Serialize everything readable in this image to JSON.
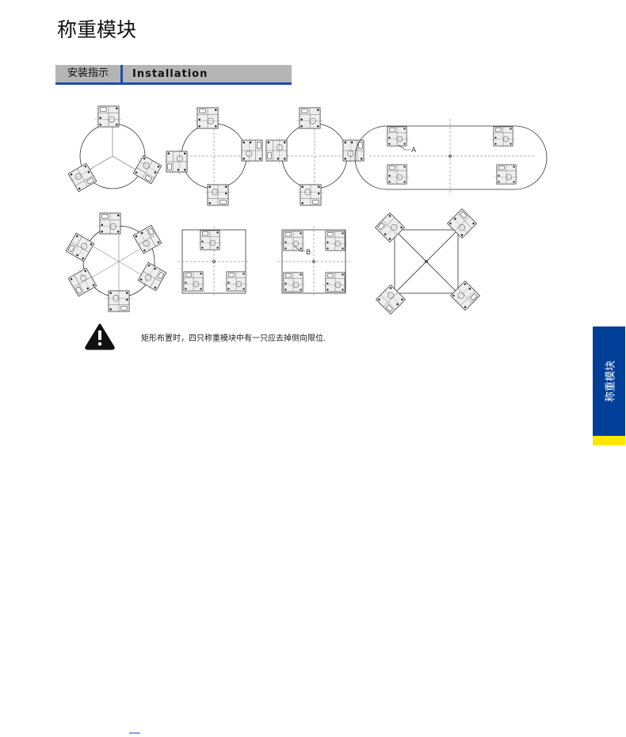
{
  "page_title": "称重模块",
  "section": {
    "cn": "安装指示",
    "en": "Installation"
  },
  "labels": {
    "a": "A",
    "b": "B"
  },
  "note": "矩形布置时，四只称重模块中有一只应去掉侧向限位.",
  "side_tab": "称重模块",
  "colors": {
    "accent": "#003f98",
    "highlight": "#ffe600",
    "header_bg": "#b5b5b5"
  }
}
